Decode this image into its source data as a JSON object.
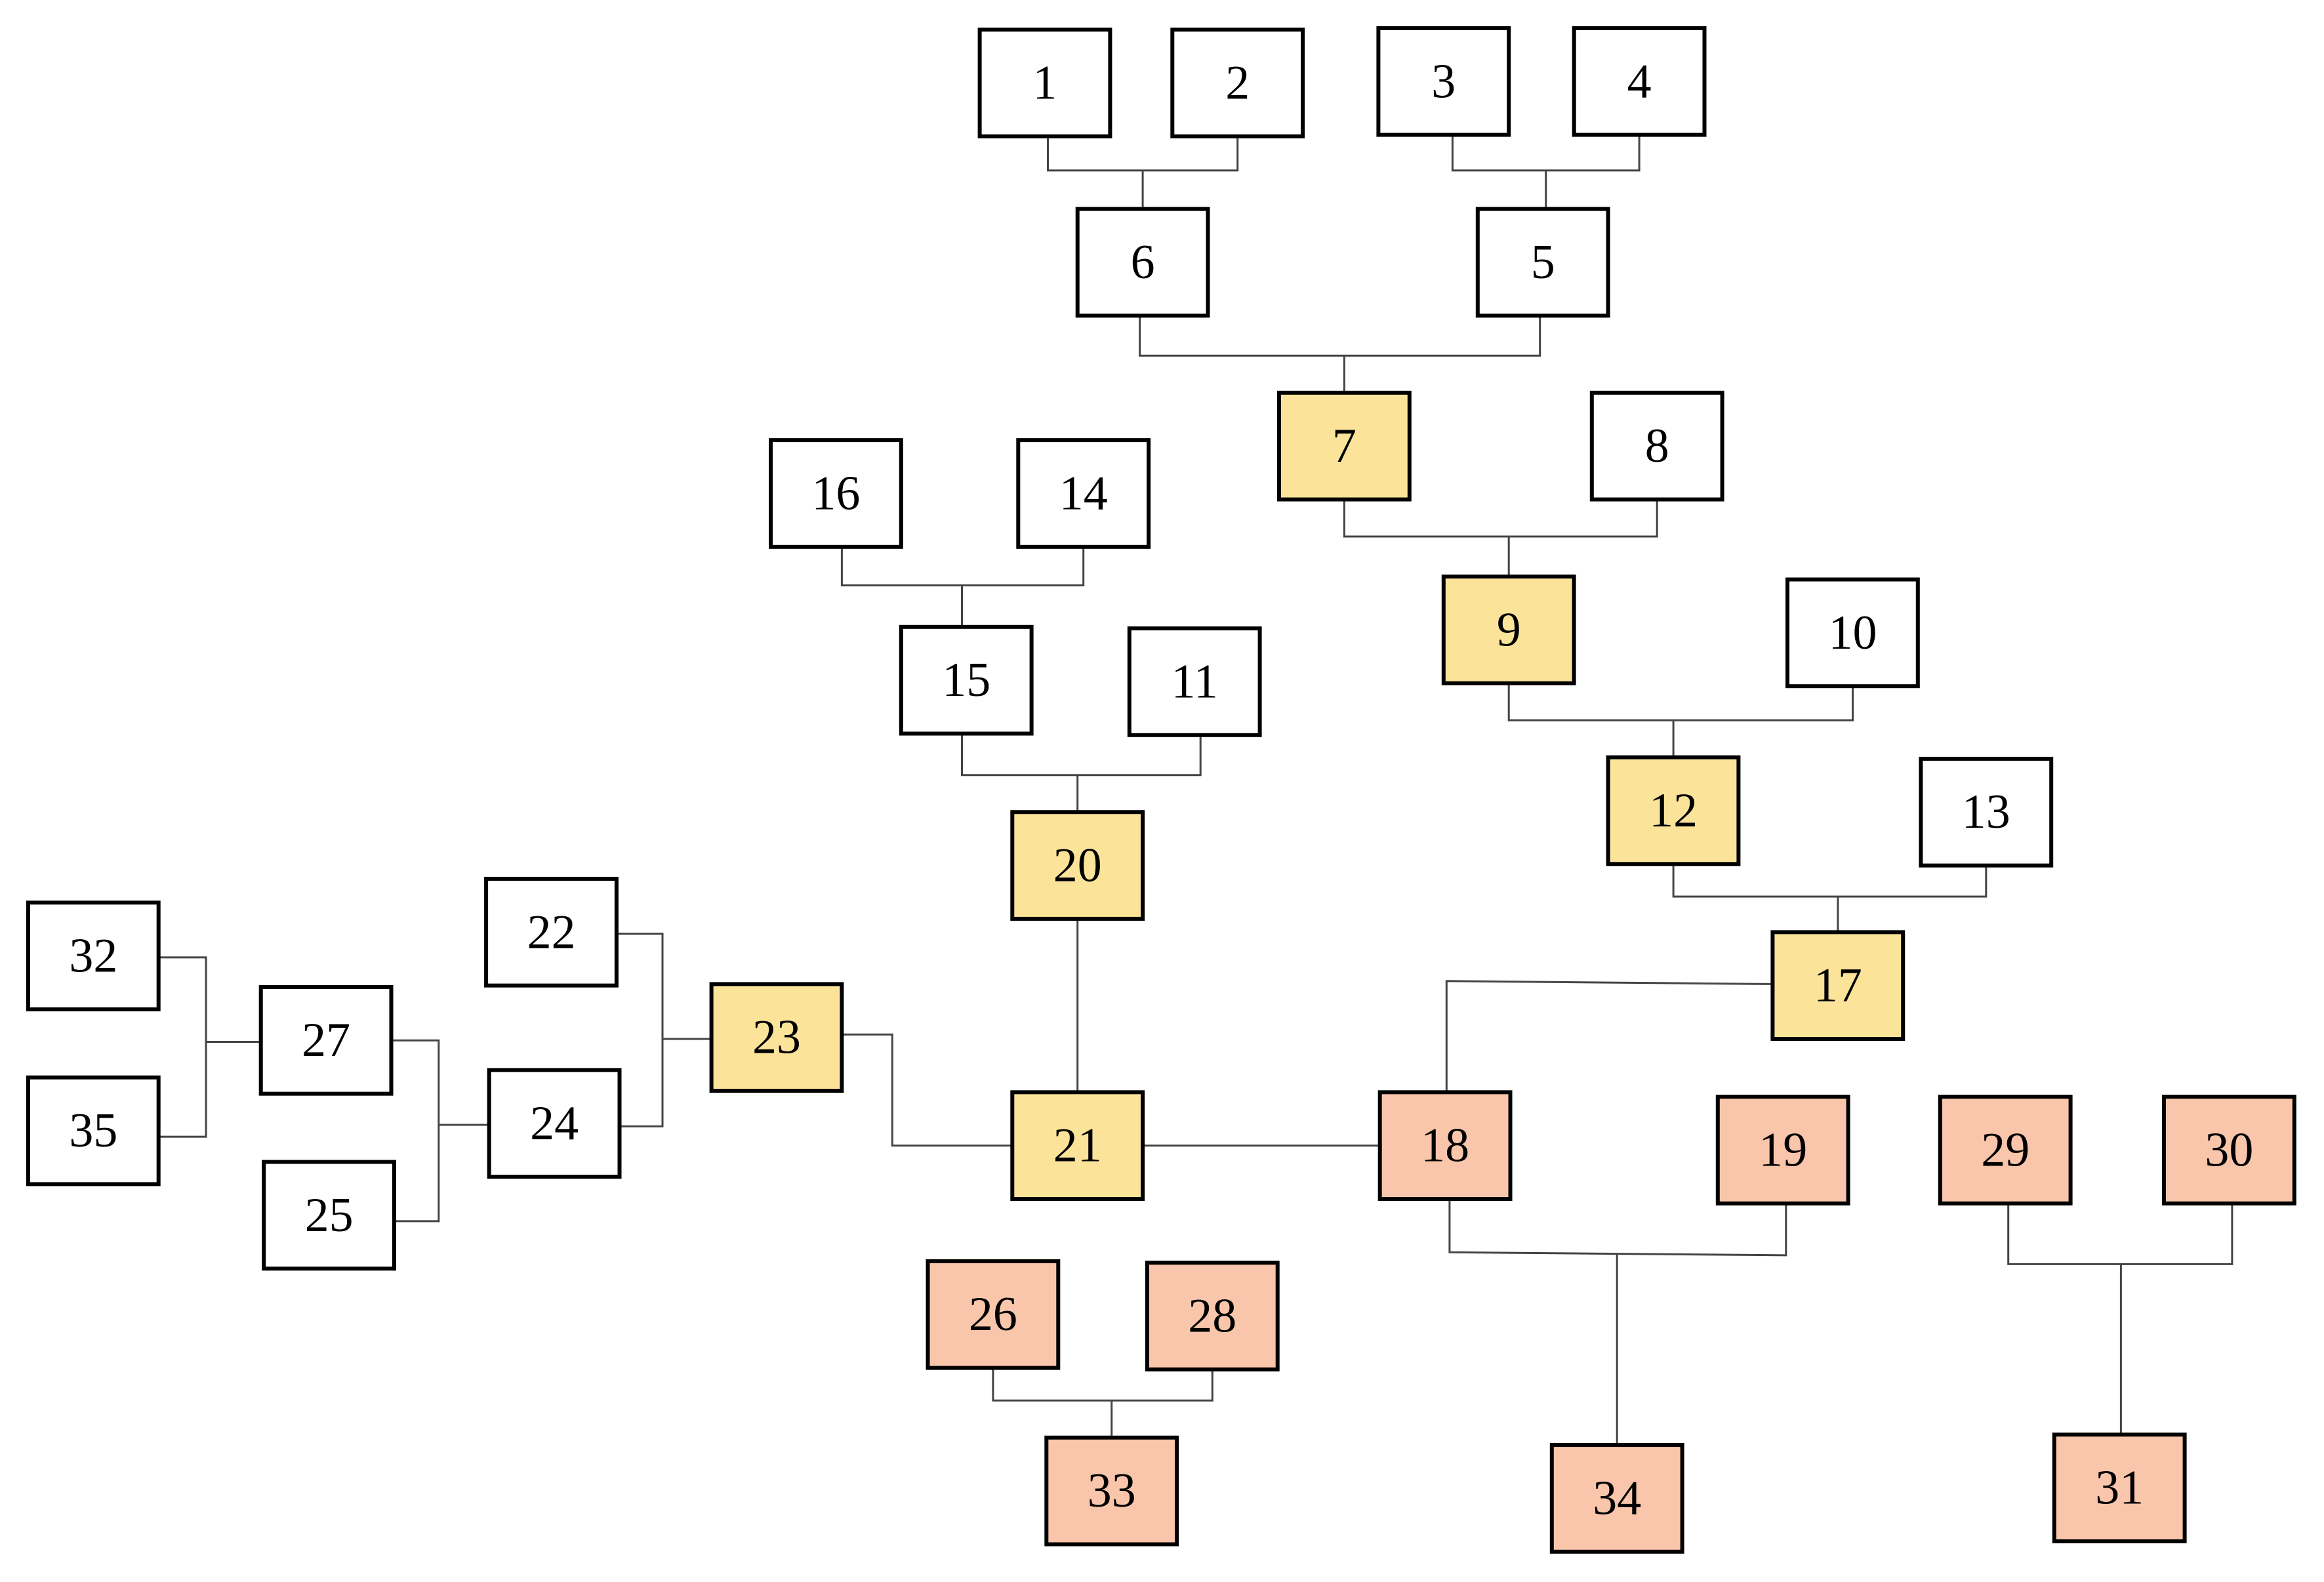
{
  "colors": {
    "plain": "#ffffff",
    "yellow": "#fbe49a",
    "salmon": "#f9c6ac",
    "stroke": "#000000",
    "line": "#444444"
  },
  "nodes": [
    {
      "id": "1",
      "label": "1",
      "fill": "plain"
    },
    {
      "id": "2",
      "label": "2",
      "fill": "plain"
    },
    {
      "id": "3",
      "label": "3",
      "fill": "plain"
    },
    {
      "id": "4",
      "label": "4",
      "fill": "plain"
    },
    {
      "id": "5",
      "label": "5",
      "fill": "plain"
    },
    {
      "id": "6",
      "label": "6",
      "fill": "plain"
    },
    {
      "id": "7",
      "label": "7",
      "fill": "yellow"
    },
    {
      "id": "8",
      "label": "8",
      "fill": "plain"
    },
    {
      "id": "9",
      "label": "9",
      "fill": "yellow"
    },
    {
      "id": "10",
      "label": "10",
      "fill": "plain"
    },
    {
      "id": "11",
      "label": "11",
      "fill": "plain"
    },
    {
      "id": "12",
      "label": "12",
      "fill": "yellow"
    },
    {
      "id": "13",
      "label": "13",
      "fill": "plain"
    },
    {
      "id": "14",
      "label": "14",
      "fill": "plain"
    },
    {
      "id": "15",
      "label": "15",
      "fill": "plain"
    },
    {
      "id": "16",
      "label": "16",
      "fill": "plain"
    },
    {
      "id": "17",
      "label": "17",
      "fill": "yellow"
    },
    {
      "id": "18",
      "label": "18",
      "fill": "salmon"
    },
    {
      "id": "19",
      "label": "19",
      "fill": "salmon"
    },
    {
      "id": "20",
      "label": "20",
      "fill": "yellow"
    },
    {
      "id": "21",
      "label": "21",
      "fill": "yellow"
    },
    {
      "id": "22",
      "label": "22",
      "fill": "plain"
    },
    {
      "id": "23",
      "label": "23",
      "fill": "yellow"
    },
    {
      "id": "24",
      "label": "24",
      "fill": "plain"
    },
    {
      "id": "25",
      "label": "25",
      "fill": "plain"
    },
    {
      "id": "26",
      "label": "26",
      "fill": "salmon"
    },
    {
      "id": "27",
      "label": "27",
      "fill": "plain"
    },
    {
      "id": "28",
      "label": "28",
      "fill": "salmon"
    },
    {
      "id": "29",
      "label": "29",
      "fill": "salmon"
    },
    {
      "id": "30",
      "label": "30",
      "fill": "salmon"
    },
    {
      "id": "31",
      "label": "31",
      "fill": "salmon"
    },
    {
      "id": "32",
      "label": "32",
      "fill": "plain"
    },
    {
      "id": "33",
      "label": "33",
      "fill": "salmon"
    },
    {
      "id": "34",
      "label": "34",
      "fill": "salmon"
    },
    {
      "id": "35",
      "label": "35",
      "fill": "plain"
    }
  ],
  "edges": [
    {
      "from": "1",
      "to": "6"
    },
    {
      "from": "2",
      "to": "6"
    },
    {
      "from": "3",
      "to": "5"
    },
    {
      "from": "4",
      "to": "5"
    },
    {
      "from": "6",
      "to": "7"
    },
    {
      "from": "5",
      "to": "7"
    },
    {
      "from": "7",
      "to": "9"
    },
    {
      "from": "8",
      "to": "9"
    },
    {
      "from": "9",
      "to": "12"
    },
    {
      "from": "10",
      "to": "12"
    },
    {
      "from": "12",
      "to": "17"
    },
    {
      "from": "13",
      "to": "17"
    },
    {
      "from": "16",
      "to": "15"
    },
    {
      "from": "14",
      "to": "15"
    },
    {
      "from": "15",
      "to": "20"
    },
    {
      "from": "11",
      "to": "20"
    },
    {
      "from": "20",
      "to": "21"
    },
    {
      "from": "17",
      "to": "18"
    },
    {
      "from": "21",
      "to": "18"
    },
    {
      "from": "23",
      "to": "21"
    },
    {
      "from": "22",
      "to": "23"
    },
    {
      "from": "24",
      "to": "23"
    },
    {
      "from": "27",
      "to": "24"
    },
    {
      "from": "25",
      "to": "24"
    },
    {
      "from": "32",
      "to": "27"
    },
    {
      "from": "35",
      "to": "27"
    },
    {
      "from": "18",
      "to": "34"
    },
    {
      "from": "19",
      "to": "34"
    },
    {
      "from": "29",
      "to": "31"
    },
    {
      "from": "30",
      "to": "31"
    },
    {
      "from": "26",
      "to": "33"
    },
    {
      "from": "28",
      "to": "33"
    }
  ]
}
